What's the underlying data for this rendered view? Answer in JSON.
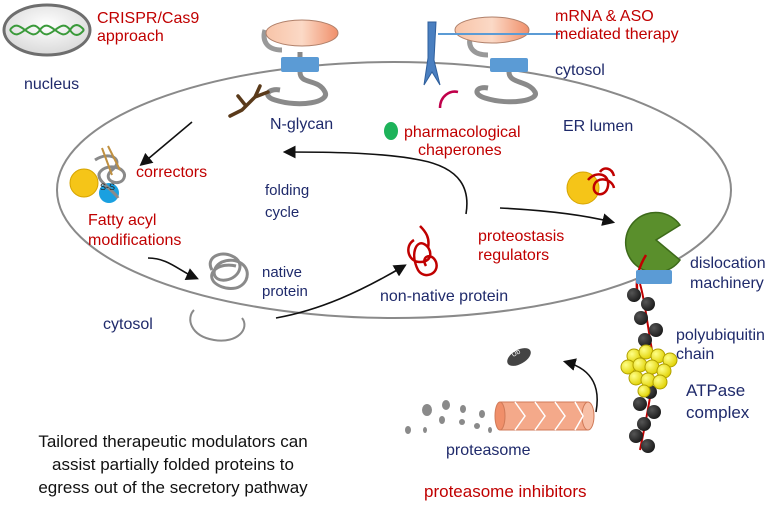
{
  "labels": {
    "crispr": [
      "CRISPR/Cas9",
      "approach"
    ],
    "nucleus": "nucleus",
    "mrna_aso": [
      "mRNA & ASO",
      "mediated therapy"
    ],
    "cytosol_top": "cytosol",
    "n_glycan": "N-glycan",
    "er_lumen": "ER lumen",
    "pharma_chaperones": [
      "pharmacological",
      "chaperones"
    ],
    "correctors": "correctors",
    "folding_cycle": [
      "folding",
      "cycle"
    ],
    "fatty_acyl": [
      "Fatty acyl",
      "modifications"
    ],
    "native_protein": [
      "native",
      "protein"
    ],
    "proteostasis": [
      "proteostasis",
      "regulators"
    ],
    "non_native": "non-native protein",
    "cytosol_bottom": "cytosol",
    "dislocation": [
      "dislocation",
      "machinery"
    ],
    "polyubiquitin": [
      "polyubiquitin",
      "chain"
    ],
    "atpase": [
      "ATPase",
      "complex"
    ],
    "ub": "Ub",
    "proteasome": "proteasome",
    "proteasome_inhibitors": "proteasome inhibitors",
    "tailored": [
      "Tailored therapeutic modulators can",
      "assist partially folded proteins to",
      "egress out of the secretory pathway"
    ]
  },
  "colors": {
    "therapy_label": "#c00000",
    "compartment_label": "#1f2a6b",
    "membrane": "#8a8a8a",
    "blob_fill": "#f4d3b9",
    "channel": "#5b9bd5",
    "corrector_yellow": "#f5c518",
    "chaperone_green": "#1db35a",
    "atpase_green": "#5a8f2c",
    "unfolded_red": "#c00000",
    "ubiquitin_yellow": "#f2f200",
    "proteasome_orange": "#f4a98a"
  }
}
